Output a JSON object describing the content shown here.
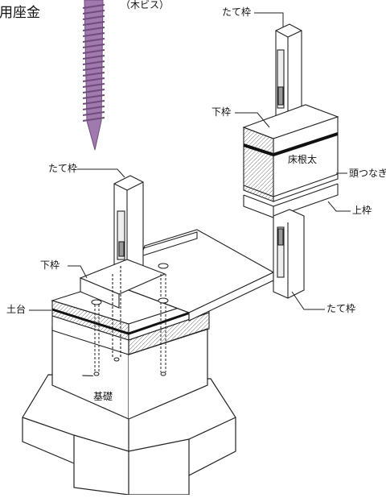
{
  "labels": {
    "washer_partial": "専用座金",
    "screw_partial": "（木ビス）",
    "stud_top_right": "たて枠",
    "bottom_plate_right": "下枠",
    "joist": "床根太",
    "header_joist": "頭つなぎ",
    "top_plate": "上枠",
    "stud_bottom_right": "たて枠",
    "stud_left": "たて枠",
    "bottom_plate_left": "下枠",
    "sill": "土台",
    "foundation": "基礎"
  },
  "colors": {
    "screw": "#a07aae",
    "screw_dark": "#6f4c7c",
    "line": "#222222"
  }
}
